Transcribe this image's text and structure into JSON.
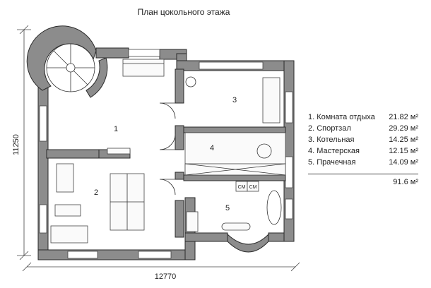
{
  "title": "План цокольного этажа",
  "dimensions": {
    "width": "12770",
    "height": "11250"
  },
  "rooms": [
    {
      "number": "1",
      "name": "Комната отдыха",
      "area": "21.82 м²"
    },
    {
      "number": "2",
      "name": "Спортзал",
      "area": "29.29 м²"
    },
    {
      "number": "3",
      "name": "Котельная",
      "area": "14.25 м²"
    },
    {
      "number": "4",
      "name": "Мастерская",
      "area": "12.15 м²"
    },
    {
      "number": "5",
      "name": "Прачечная",
      "area": "14.09 м²"
    }
  ],
  "legend": [
    {
      "label": "1. Комната отдыха",
      "area": "21.82 м²"
    },
    {
      "label": "2. Спортзал",
      "area": "29.29 м²"
    },
    {
      "label": "3. Котельная",
      "area": "14.25 м²"
    },
    {
      "label": "4. Мастерская",
      "area": "12.15 м²"
    },
    {
      "label": "5. Прачечная",
      "area": "14.09 м²"
    }
  ],
  "total_area": "91.6 м²",
  "appliance_labels": [
    "СМ",
    "СМ"
  ]
}
